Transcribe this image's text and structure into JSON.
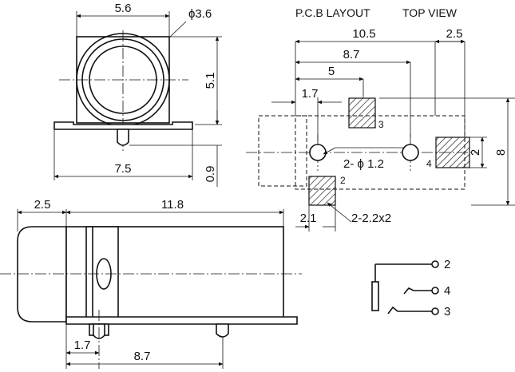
{
  "header": {
    "pcb_layout": "P.C.B LAYOUT",
    "top_view": "TOP VIEW"
  },
  "dimensions": {
    "front_width": "5.6",
    "hole_diameter": "ϕ3.6",
    "front_height": "5.1",
    "base_width": "7.5",
    "base_height": "0.9",
    "pcb_total": "10.5",
    "pcb_right": "2.5",
    "pcb_pad3": "8.7",
    "pcb_hole2": "5",
    "pcb_hole1": "1.7",
    "pcb_pad_height": "2",
    "pcb_total_height": "8",
    "pcb_pad2_width": "2.1",
    "side_front": "2.5",
    "side_length": "11.8",
    "side_pin1": "1.7",
    "side_pin2": "8.7"
  },
  "callouts": {
    "holes": "2- ϕ 1.2",
    "pads": "2-2.2x2"
  },
  "pins": {
    "pad3": "3",
    "pad4": "4",
    "pad2": "2"
  },
  "schematic": {
    "pin2": "2",
    "pin4": "4",
    "pin3": "3"
  }
}
